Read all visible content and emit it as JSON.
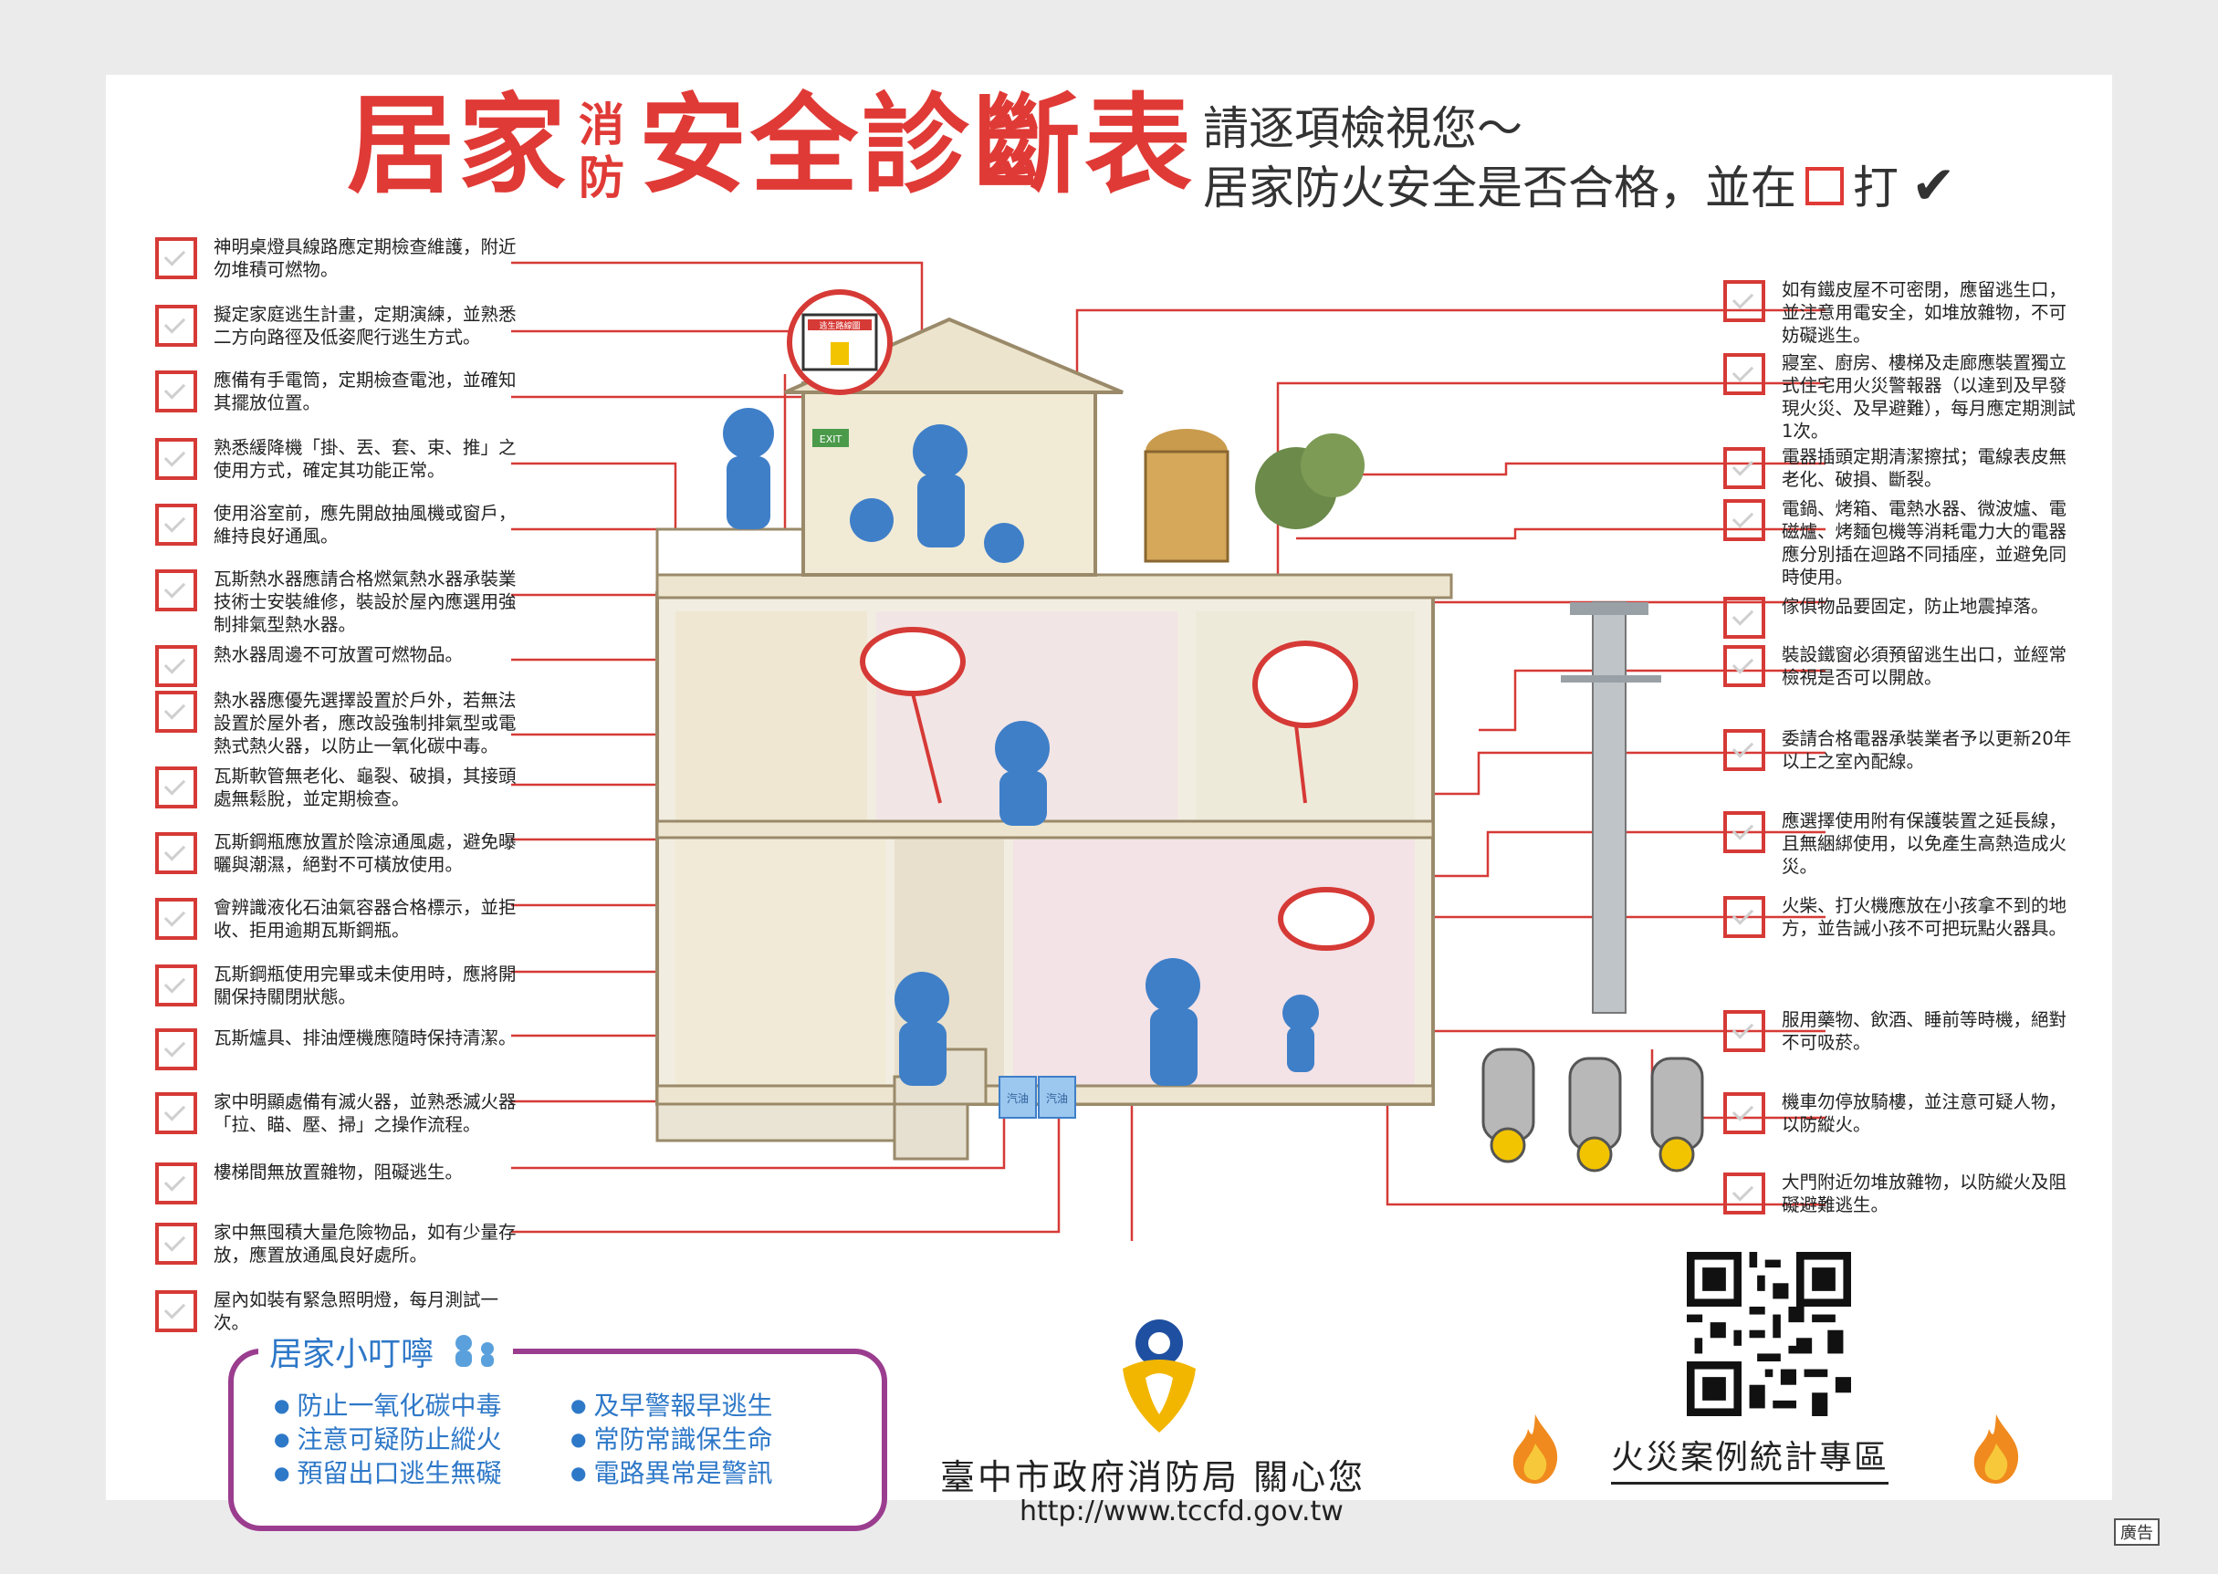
{
  "title": {
    "part1": "居家",
    "small": "消防",
    "part2": "安全診斷表"
  },
  "subtitle": {
    "line1": "請逐項檢視您～",
    "line2_pre": "居家防火安全是否合格，並在",
    "line2_post": "打"
  },
  "left_items": [
    "神明桌燈具線路應定期檢查維護，附近勿堆積可燃物。",
    "擬定家庭逃生計畫，定期演練，並熟悉二方向路徑及低姿爬行逃生方式。",
    "應備有手電筒，定期檢查電池，並確知其擺放位置。",
    "熟悉緩降機「掛、丟、套、束、推」之使用方式，確定其功能正常。",
    "使用浴室前，應先開啟抽風機或窗戶，維持良好通風。",
    "瓦斯熱水器應請合格燃氣熱水器承裝業技術士安裝維修，裝設於屋內應選用強制排氣型熱水器。",
    "熱水器周邊不可放置可燃物品。",
    "熱水器應優先選擇設置於戶外，若無法設置於屋外者，應改設強制排氣型或電熱式熱火器，以防止一氧化碳中毒。",
    "瓦斯軟管無老化、龜裂、破損，其接頭處無鬆脫，並定期檢查。",
    "瓦斯鋼瓶應放置於陰涼通風處，避免曝曬與潮濕，絕對不可橫放使用。",
    "會辨識液化石油氣容器合格標示，並拒收、拒用逾期瓦斯鋼瓶。",
    "瓦斯鋼瓶使用完畢或未使用時，應將開關保持關閉狀態。",
    "瓦斯爐具、排油煙機應隨時保持清潔。",
    "家中明顯處備有滅火器，並熟悉滅火器「拉、瞄、壓、掃」之操作流程。",
    "樓梯間無放置雜物，阻礙逃生。",
    "家中無囤積大量危險物品，如有少量存放，應置放通風良好處所。",
    "屋內如裝有緊急照明燈，每月測試一次。"
  ],
  "right_items": [
    "如有鐵皮屋不可密閉，應留逃生口，並注意用電安全，如堆放雜物，不可妨礙逃生。",
    "寢室、廚房、樓梯及走廊應裝置獨立式住宅用火災警報器（以達到及早發現火災、及早避難），每月應定期測試1次。",
    "電器插頭定期清潔擦拭；電線表皮無老化、破損、斷裂。",
    "電鍋、烤箱、電熱水器、微波爐、電磁爐、烤麵包機等消耗電力大的電器應分別插在迴路不同插座，並避免同時使用。",
    "傢俱物品要固定，防止地震掉落。",
    "裝設鐵窗必須預留逃生出口，並經常檢視是否可以開啟。",
    "委請合格電器承裝業者予以更新20年以上之室內配線。",
    "應選擇使用附有保護裝置之延長線，且無綑綁使用，以免產生高熱造成火災。",
    "火柴、打火機應放在小孩拿不到的地方，並告誡小孩不可把玩點火器具。",
    "服用藥物、飲酒、睡前等時機，絕對不可吸菸。",
    "機車勿停放騎樓，並注意可疑人物，以防縱火。",
    "大門附近勿堆放雜物，以防縱火及阻礙避難逃生。"
  ],
  "illustration": {
    "sign_text": "逃生路線圖",
    "exit_sign": "EXIT",
    "bucket_labels": [
      "汽油",
      "汽油"
    ]
  },
  "tips": {
    "title": "居家小叮嚀",
    "col1": [
      "防止一氧化碳中毒",
      "注意可疑防止縱火",
      "預留出口逃生無礙"
    ],
    "col2": [
      "及早警報早逃生",
      "常防常識保生命",
      "電路異常是警訊"
    ]
  },
  "footer": {
    "org": "臺中市政府消防局 關心您",
    "url": "http://www.tccfd.gov.tw",
    "stats": "火災案例統計專區",
    "ad": "廣告"
  },
  "colors": {
    "accent_red": "#e03a36",
    "checkbox_red": "#d63a36",
    "tip_blue": "#2e78c8",
    "tip_border": "#9b3d8f",
    "figure_blue": "#3f7fc8"
  }
}
